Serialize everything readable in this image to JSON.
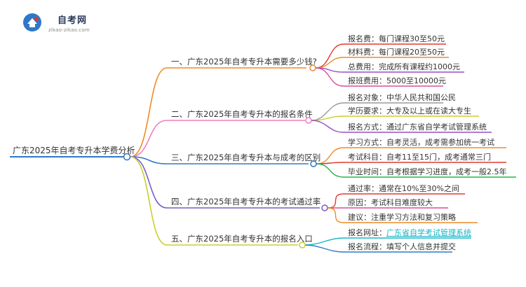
{
  "logo": {
    "title": "自考网",
    "subtitle": "zikao-zikao.com"
  },
  "root": {
    "label": "广东2025年自考专升本学费分析"
  },
  "branches": [
    {
      "label": "一、广东2025年自考专升本需要多少钱?",
      "color": "#f08a24",
      "children": [
        {
          "text": "报名费：每门课程30至50元",
          "color": "#e03a2e",
          "highlight": ""
        },
        {
          "text": "材料费：每门课程20至50元",
          "color": "#f08a24",
          "highlight": ""
        },
        {
          "text": "总费用：完成所有课程约1000元",
          "color": "#9b4fc2",
          "highlight": ""
        },
        {
          "text": "报班费用：5000至10000元",
          "color": "#d94e9c",
          "highlight": ""
        }
      ]
    },
    {
      "label": "二、广东2025年自考专升本的报名条件",
      "color": "#ee7fbf",
      "children": [
        {
          "text": "报名对象：中华人民共和国公民",
          "color": "#9a9a9a",
          "highlight": ""
        },
        {
          "text": "学历要求：大专及以上或在读大专生",
          "color": "#c8cf2e",
          "highlight": ""
        },
        {
          "text": "报名方式：通过广东省自学考试管理系统",
          "color": "#9b4fc2",
          "highlight": ""
        }
      ]
    },
    {
      "label": "三、广东2025年自考专升本与成考的区别",
      "color": "#2f78c8",
      "children": [
        {
          "text": "学习方式：自考灵活，成考需参加统一考试",
          "color": "#f08a24",
          "highlight": ""
        },
        {
          "text": "考试科目：自考11至15门，成考通常三门",
          "color": "#e03a2e",
          "highlight": ""
        },
        {
          "text": "毕业时间：自考根据学习进度，成考一般2.5年",
          "color": "#2bb24c",
          "highlight": ""
        }
      ]
    },
    {
      "label": "四、广东2025年自考专升本的考试通过率",
      "color": "#7a5cc8",
      "children": [
        {
          "text": "通过率：通常在10%至30%之间",
          "color": "#e03a2e",
          "highlight": ""
        },
        {
          "text": "原因：考试科目难度较大",
          "color": "#d94e9c",
          "highlight": ""
        },
        {
          "text": "建议：注重学习方法和复习策略",
          "color": "#f08a24",
          "highlight": ""
        }
      ]
    },
    {
      "label": "五、广东2025年自考专升本的报名入口",
      "color": "#c8cf2e",
      "children": [
        {
          "text": "报名网址：",
          "color": "#17b6c8",
          "highlight": "广东省自学考试管理系统"
        },
        {
          "text": "报名流程：填写个人信息并提交",
          "color": "#2f78c8",
          "highlight": ""
        }
      ]
    }
  ],
  "colors": {
    "root_line": "#2f78c8",
    "node_fill": "#ffffff",
    "text": "#333333",
    "link": "#17b6c8"
  }
}
